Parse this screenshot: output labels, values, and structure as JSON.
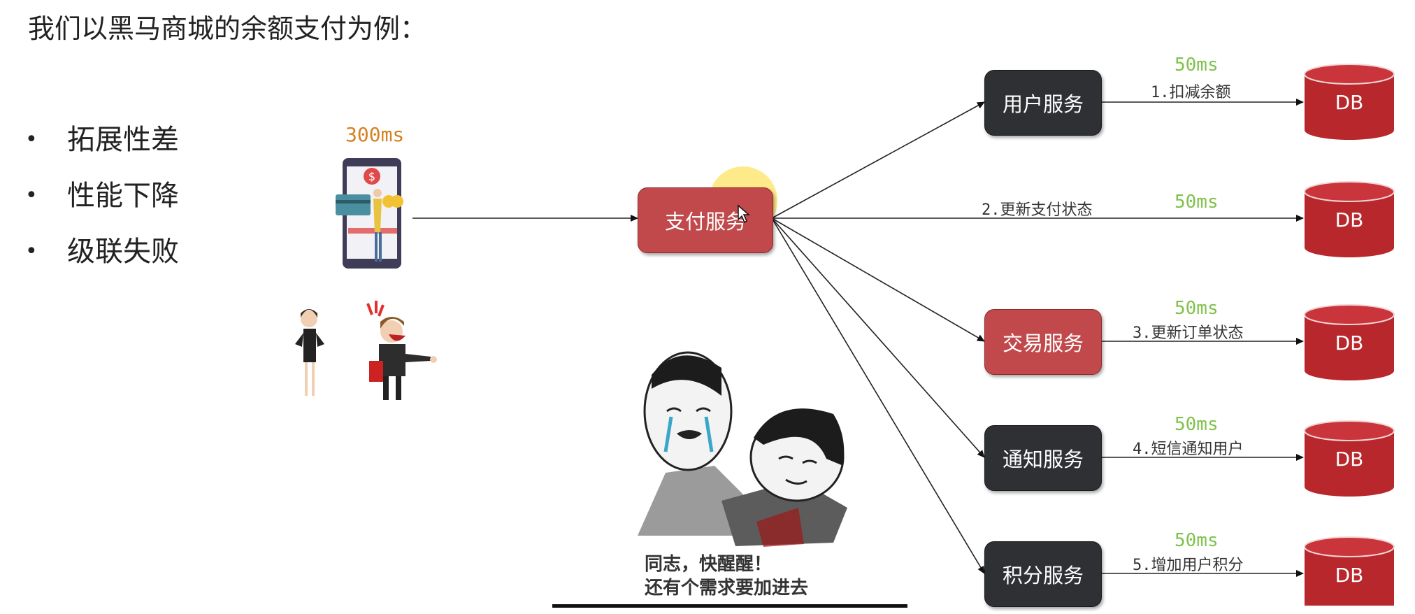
{
  "title": "我们以黑马商城的余额支付为例：",
  "bullets": [
    "拓展性差",
    "性能下降",
    "级联失败"
  ],
  "bullet_symbol": "•",
  "client_latency": "300ms",
  "pay_service": "支付服务",
  "services": [
    {
      "label": "用户服务",
      "ms": "50ms",
      "step": "1.扣减余额"
    },
    {
      "label": "",
      "ms": "50ms",
      "step": "2.更新支付状态"
    },
    {
      "label": "交易服务",
      "ms": "50ms",
      "step": "3.更新订单状态"
    },
    {
      "label": "通知服务",
      "ms": "50ms",
      "step": "4.短信通知用户"
    },
    {
      "label": "积分服务",
      "ms": "50ms",
      "step": "5.增加用户积分"
    }
  ],
  "db_label": "DB",
  "meme_caption": [
    "同志，快醒醒！",
    "还有个需求要加进去"
  ],
  "colors": {
    "accent_red": "#c1494b",
    "dark_box": "#2e3034",
    "latency_green": "#7ec24a",
    "latency_orange": "#d4821f",
    "db_red": "#b8272b"
  }
}
